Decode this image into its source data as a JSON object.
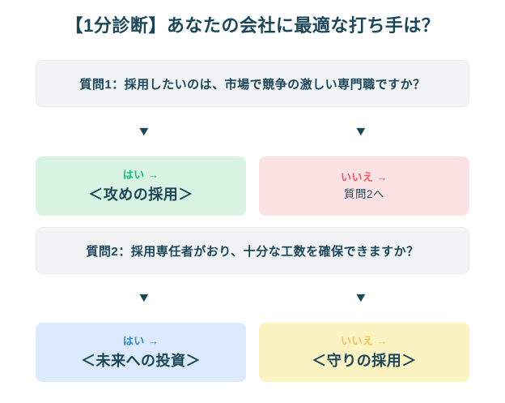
{
  "colors": {
    "heading": "#1a4659",
    "question_bg": "#f1f3f5",
    "question_border": "#e9ecef",
    "arrow": "#1a4659",
    "yes1_bg": "#d9f4e3",
    "yes1_accent": "#15bf7e",
    "no1_bg": "#fde2e4",
    "no1_accent": "#f2585f",
    "yes2_bg": "#dbeafd",
    "yes2_accent": "#2e8ec6",
    "no2_bg": "#fbf3c2",
    "no2_accent": "#f5c25e"
  },
  "title": "【1分診断】あなたの会社に最適な打ち手は？",
  "icons": {
    "down_arrow": "▼"
  },
  "questions": {
    "q1": "質問1：採用したいのは、市場で競争の激しい専門職ですか？",
    "q2": "質問2：採用専任者がおり、十分な工数を確保できますか？"
  },
  "answers": {
    "q1_yes": {
      "label": "はい →",
      "result": "＜攻めの採用＞"
    },
    "q1_no": {
      "label": "いいえ →",
      "result": "質問2へ"
    },
    "q2_yes": {
      "label": "はい →",
      "result": "＜未来への投資＞"
    },
    "q2_no": {
      "label": "いいえ →",
      "result": "＜守りの採用＞"
    }
  }
}
